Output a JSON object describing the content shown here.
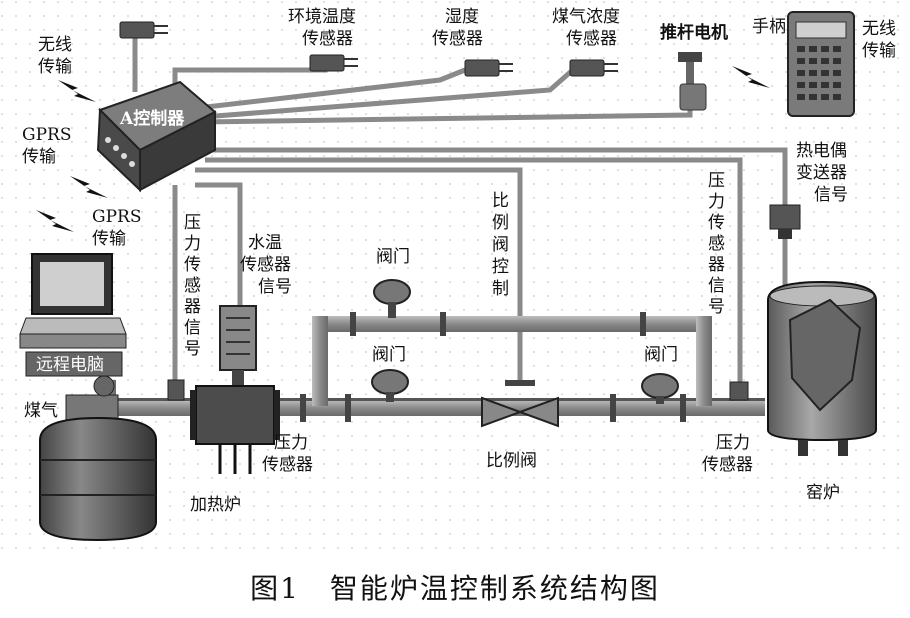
{
  "labels": {
    "wireless_left": [
      "无线",
      "传输"
    ],
    "env_temp_sensor": [
      "环境温度",
      "传感器"
    ],
    "humidity_sensor": [
      "湿度",
      "传感器"
    ],
    "gas_conc_sensor": [
      "煤气浓度",
      "传感器"
    ],
    "push_rod_motor": "推杆电机",
    "handle": "手柄",
    "wireless_right": [
      "无线",
      "传输"
    ],
    "controller": "A控制器",
    "gprs_top": [
      "GPRS",
      "传输"
    ],
    "gprs_bottom": [
      "GPRS",
      "传输"
    ],
    "remote_pc": "远程电脑",
    "pressure_signal_left": [
      "压",
      "力",
      "传",
      "感",
      "器",
      "信",
      "号"
    ],
    "water_temp_signal": [
      "水温",
      "传感器",
      "信号"
    ],
    "proportional_valve_control": [
      "比",
      "例",
      "阀",
      "控",
      "制"
    ],
    "pressure_signal_right": [
      "压",
      "力",
      "传",
      "感",
      "器",
      "信",
      "号"
    ],
    "thermocouple_signal": [
      "热电偶",
      "变送器",
      "信号"
    ],
    "valve_top": "阀门",
    "valve_mid": "阀门",
    "valve_right": "阀门",
    "gas": "煤气",
    "pressure_sensor_left": [
      "压力",
      "传感器"
    ],
    "pressure_sensor_right": [
      "压力",
      "传感器"
    ],
    "proportional_valve": "比例阀",
    "heating_furnace": "加热炉",
    "kiln": "窑炉"
  },
  "caption": "图1　智能炉温控制系统结构图",
  "colors": {
    "pipe": "#8c8c8c",
    "wire": "#8a8a8a",
    "device_dark": "#3a3a3a",
    "device_mid": "#6e6e6e",
    "grid_dot": "#d6d6d6"
  }
}
